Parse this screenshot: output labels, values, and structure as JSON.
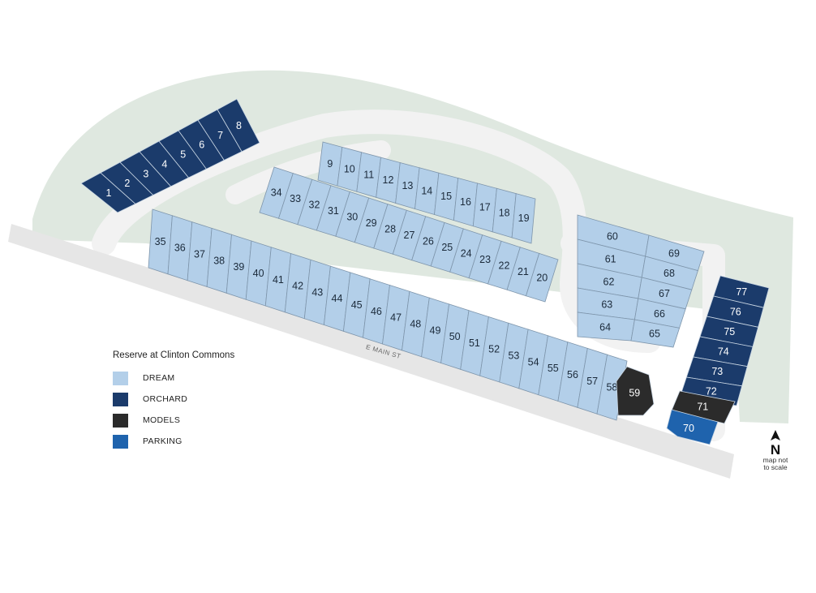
{
  "colors": {
    "dream": "#b3cfe9",
    "orchard": "#1b3b6b",
    "models": "#2b2b2b",
    "parking": "#1f63ad",
    "green_space": "#dfe8e0",
    "road": "#ececec",
    "lot_border": "#7e95ab"
  },
  "legend": {
    "title": "Reserve at Clinton Commons",
    "items": [
      {
        "label": "DREAM",
        "color": "#b3cfe9"
      },
      {
        "label": "ORCHARD",
        "color": "#1b3b6b"
      },
      {
        "label": "MODELS",
        "color": "#2b2b2b"
      },
      {
        "label": "PARKING",
        "color": "#1f63ad"
      }
    ]
  },
  "street_label": "E MAIN ST",
  "north": {
    "letter": "N",
    "note_line1": "map not",
    "note_line2": "to scale"
  },
  "lots": {
    "orchard_row": [
      "1",
      "2",
      "3",
      "4",
      "5",
      "6",
      "7",
      "8"
    ],
    "middle_row_top": [
      "9",
      "10",
      "11",
      "12",
      "13",
      "14",
      "15",
      "16",
      "17",
      "18",
      "19"
    ],
    "middle_row_bottom": [
      "34",
      "33",
      "32",
      "31",
      "30",
      "29",
      "28",
      "27",
      "26",
      "25",
      "24",
      "23",
      "22",
      "21",
      "20"
    ],
    "south_row": [
      "35",
      "36",
      "37",
      "38",
      "39",
      "40",
      "41",
      "42",
      "43",
      "44",
      "45",
      "46",
      "47",
      "48",
      "49",
      "50",
      "51",
      "52",
      "53",
      "54",
      "55",
      "56",
      "57",
      "58"
    ],
    "model_lot": "59",
    "east_block_left": [
      "60",
      "61",
      "62",
      "63",
      "64"
    ],
    "east_block_right": [
      "69",
      "68",
      "67",
      "66",
      "65"
    ],
    "east_orchard": [
      "77",
      "76",
      "75",
      "74",
      "73",
      "72"
    ],
    "east_model": "71",
    "parking": "70"
  }
}
